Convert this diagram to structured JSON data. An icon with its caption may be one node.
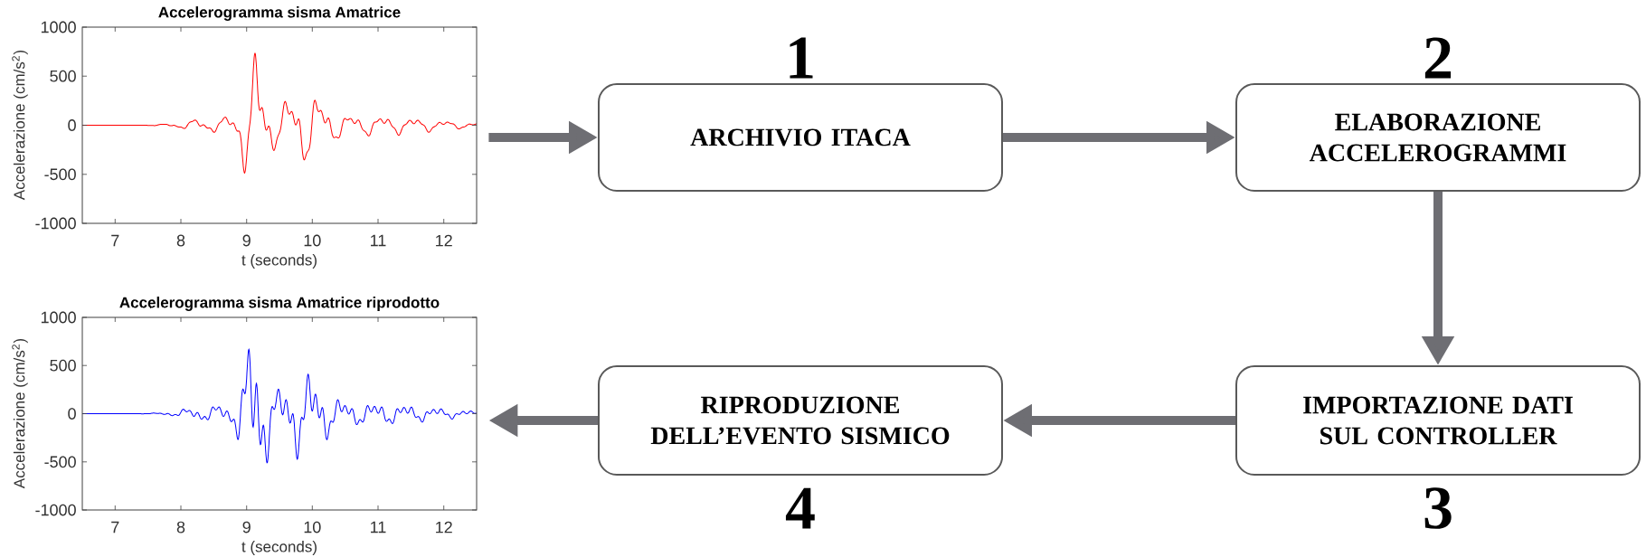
{
  "diagram": {
    "nodes": [
      {
        "text": [
          "Accelerogramma sisma Amatrice",
          "Accelerazione (cm/s$^{2}$)",
          "t (seconds)"
        ]
      },
      {
        "text": [
          "ARCHIVIO ITACA"
        ],
        "beside": [
          "1"
        ]
      },
      {
        "text": [
          "ELABORAZIONE ACCELEROGRAMMI"
        ],
        "beside": [
          "2"
        ]
      },
      {
        "text": [
          "IMPORTAZIONE DATI SUL CONTROLLER"
        ],
        "beside": [
          "3"
        ]
      },
      {
        "text": [
          "RIPRODUZIONE DELL’EVENTO SISMICO"
        ],
        "beside": [
          "4"
        ]
      },
      {
        "text": [
          "Accelerogramma sisma Amatrice riprodotto",
          "Accelerazione (cm/s$^{2}$)",
          "t (seconds)"
        ]
      }
    ],
    "edges": [
      {
        "from": 0,
        "to": 1,
        "arrow": "to"
      },
      {
        "from": 1,
        "to": 2,
        "arrow": "to"
      },
      {
        "from": 2,
        "to": 3,
        "arrow": "to"
      },
      {
        "from": 3,
        "to": 4,
        "arrow": "to"
      },
      {
        "from": 4,
        "to": 5,
        "arrow": "to"
      }
    ],
    "labels": [
      "1000",
      "500",
      "0",
      "-500",
      "-1000",
      "7",
      "8",
      "9",
      "10",
      "11",
      "12",
      "1000",
      "500",
      "0",
      "-500",
      "-1000",
      "7",
      "8",
      "9",
      "10",
      "11",
      "12"
    ]
  }
}
